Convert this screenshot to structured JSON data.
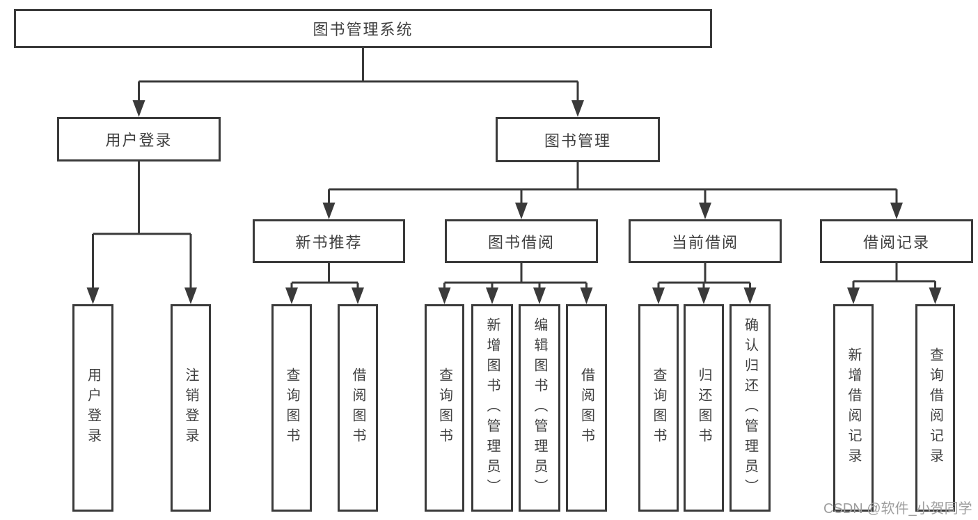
{
  "tree": {
    "root": "图书管理系统",
    "branches": [
      {
        "label": "用户登录",
        "children": [
          {
            "label": "用户登录"
          },
          {
            "label": "注销登录"
          }
        ]
      },
      {
        "label": "图书管理",
        "children": [
          {
            "label": "新书推荐",
            "children": [
              {
                "label": "查询图书"
              },
              {
                "label": "借阅图书"
              }
            ]
          },
          {
            "label": "图书借阅",
            "children": [
              {
                "label": "查询图书"
              },
              {
                "label": "新增图书（管理员）"
              },
              {
                "label": "编辑图书（管理员）"
              },
              {
                "label": "借阅图书"
              }
            ]
          },
          {
            "label": "当前借阅",
            "children": [
              {
                "label": "查询图书"
              },
              {
                "label": "归还图书"
              },
              {
                "label": "确认归还（管理员）"
              }
            ]
          },
          {
            "label": "借阅记录",
            "children": [
              {
                "label": "新增借阅记录"
              },
              {
                "label": "查询借阅记录"
              }
            ]
          }
        ]
      }
    ]
  },
  "watermark": "CSDN @软件_小贺同学",
  "colors": {
    "line": "#3a3a3a",
    "text": "#404040",
    "watermark": "#9e9e9e",
    "background": "#ffffff"
  }
}
